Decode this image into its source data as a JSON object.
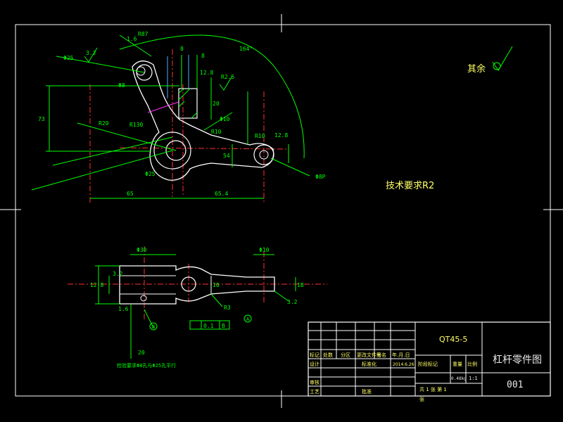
{
  "frame": {
    "border_color": "#ffffff",
    "dim_color": "#00ff00",
    "center_color": "#ff3030"
  },
  "notes": {
    "surface_rest": "其余",
    "tech_req": "技术要求R2"
  },
  "title_block": {
    "material": "QT45-5",
    "part_name": "杠杆零件图",
    "drawing_no": "001",
    "header_cells": [
      "标记",
      "处数",
      "分区",
      "更改文件号",
      "签名",
      "年.月.日"
    ],
    "design_label": "设计",
    "std_label": "标准化",
    "date_value": "2014.6.26",
    "review_label": "审核",
    "process_label": "工艺",
    "approve_label": "批准",
    "stage_label": "阶段标记",
    "weight_label": "重量",
    "scale_label": "比例",
    "weight_value": "0.48kg",
    "scale_value": "1:1",
    "sheet_text": "共 1 张  第  1",
    "misc": "张"
  },
  "dims_top": {
    "d1": "8",
    "d2": "8",
    "d3": "12.8",
    "d4": "R2.5",
    "d5": "Φ10",
    "d6": "R10",
    "d7": "65",
    "d8": "65.4",
    "d9": "73",
    "d10": "R20",
    "d11": "R130",
    "d12": "Φ25",
    "d13": "Φ8",
    "d14": "3.2",
    "d15": "164°",
    "d16": "1.6",
    "d17": "Φ25",
    "d18": "12.8",
    "d19": "54",
    "d20": "20",
    "d21": "R10",
    "d22": "Φ8P",
    "d23": "R87"
  },
  "dims_bottom": {
    "b1": "Φ30",
    "b2": "Φ10",
    "b3": "3.2",
    "b4": "12.8",
    "b5": "1.6",
    "b6": "10",
    "b7": "R3",
    "b8": "3.2",
    "b9": "0.1",
    "b10": "B",
    "b11": "A",
    "b12": "B",
    "b13": "18",
    "b14": "20",
    "note": "检验要求Φ8孔与Φ25孔平行"
  }
}
